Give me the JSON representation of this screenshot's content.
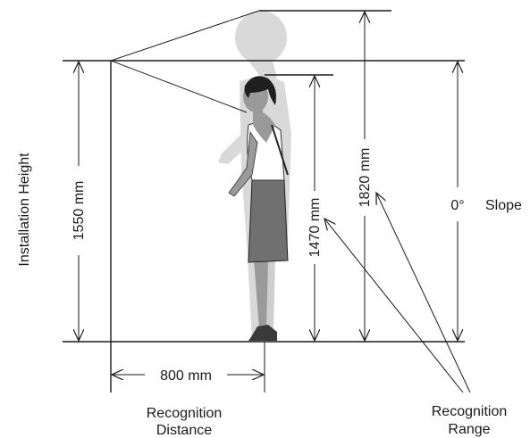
{
  "labels": {
    "installation_height": "Installation Height",
    "height_1550": "1550 mm",
    "height_1470": "1470 mm",
    "height_1820": "1820 mm",
    "angle": "0°",
    "slope": "Slope",
    "distance_value": "800 mm",
    "recognition_distance_line1": "Recognition",
    "recognition_distance_line2": "Distance",
    "recognition_range_line1": "Recognition",
    "recognition_range_line2": "Range"
  },
  "figures": {
    "foreground_person": "woman-silhouette",
    "background_person": "tall-person-silhouette"
  }
}
